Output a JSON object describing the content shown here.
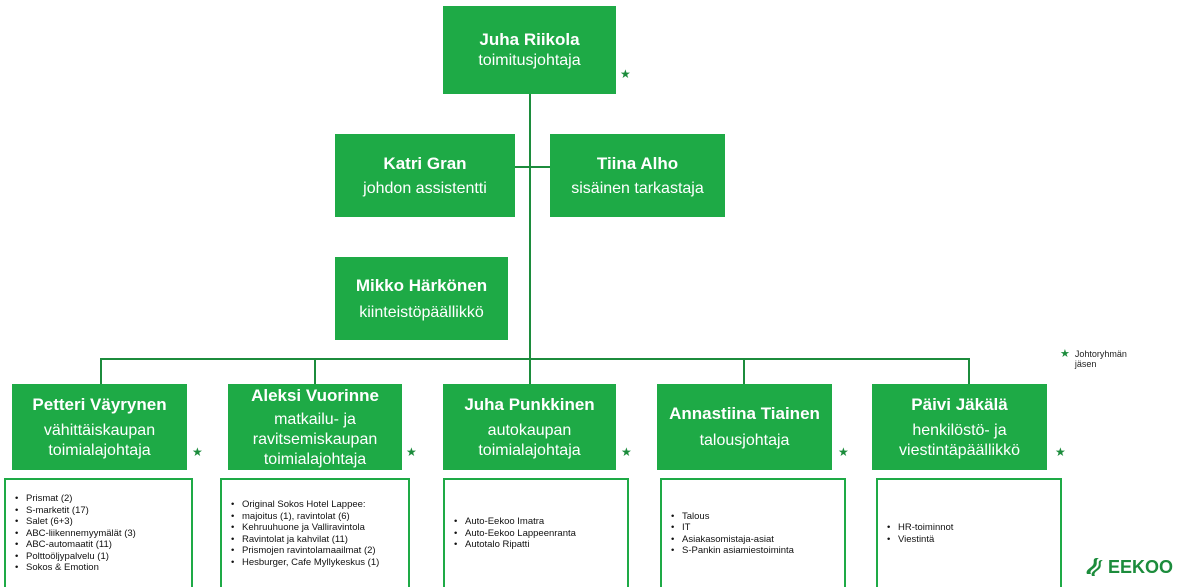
{
  "ceo": {
    "name": "Juha Riikola",
    "title": "toimitusjohtaja",
    "member": true
  },
  "staff": [
    {
      "name": "Katri Gran",
      "title": "johdon assistentti"
    },
    {
      "name": "Tiina Alho",
      "title": "sisäinen tarkastaja"
    },
    {
      "name": "Mikko Härkönen",
      "title": "kiinteistöpäällikkö"
    }
  ],
  "directors": [
    {
      "name": "Petteri Väyrynen",
      "title": [
        "vähittäiskaupan",
        "toimialajohtaja"
      ],
      "member": true,
      "items": [
        "Prismat (2)",
        "S-marketit (17)",
        "Salet (6+3)",
        "ABC-liikennemyymälät (3)",
        "ABC-automaatit (11)",
        "Polttoöljypalvelu (1)",
        "Sokos & Emotion"
      ]
    },
    {
      "name": "Aleksi Vuorinne",
      "title": [
        "matkailu- ja",
        "ravitsemiskaupan",
        "toimialajohtaja"
      ],
      "member": true,
      "items": [
        "Original Sokos Hotel Lappee:",
        "majoitus (1), ravintolat (6)",
        "Kehruuhuone ja Valliravintola",
        "Ravintolat ja kahvilat (11)",
        "Prismojen ravintolamaailmat (2)",
        "Hesburger, Cafe Myllykeskus (1)"
      ]
    },
    {
      "name": "Juha Punkkinen",
      "title": [
        "autokaupan",
        "toimialajohtaja"
      ],
      "member": true,
      "items": [
        "Auto-Eekoo Imatra",
        "Auto-Eekoo Lappeenranta",
        "Autotalo Ripatti"
      ]
    },
    {
      "name": "Annastiina Tiainen",
      "title": [
        "talousjohtaja"
      ],
      "member": true,
      "items": [
        "Talous",
        "IT",
        "Asiakasomistaja-asiat",
        "S-Pankin asiamiestoiminta"
      ]
    },
    {
      "name": "Päivi Jäkälä",
      "title": [
        "henkilöstö- ja",
        "viestintäpäällikkö"
      ],
      "member": true,
      "items": [
        "HR-toiminnot",
        "Viestintä"
      ]
    }
  ],
  "legend": {
    "symbol": "★",
    "text": "Johtoryhmän jäsen"
  },
  "logo": {
    "text": "EEKOO"
  },
  "colors": {
    "box": "#1eaa46",
    "line": "#1c8c3c"
  }
}
